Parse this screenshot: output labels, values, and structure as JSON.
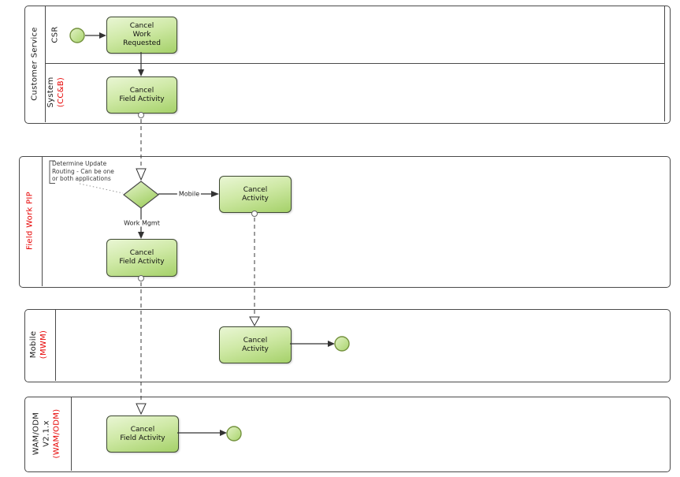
{
  "diagram": {
    "lanes": {
      "customer_service": {
        "label": "Customer Service",
        "sublanes": {
          "csr": {
            "label": "CSR"
          },
          "system": {
            "label": "System",
            "sublabel": "(CC&B)"
          }
        }
      },
      "field_work_pip": {
        "label": "Field Work PIP"
      },
      "mobile": {
        "label": "Mobile",
        "sublabel": "(MWM)"
      },
      "wam_odm": {
        "label": "WAM/ODM",
        "version": "V2.1.x",
        "sublabel": "(WAM/ODM)"
      }
    },
    "tasks": {
      "cancel_work_requested": "Cancel\nWork\nRequested",
      "cancel_field_activity_ccb": "Cancel\nField Activity",
      "cancel_activity_fwp": "Cancel\nActivity",
      "cancel_field_activity_fwp": "Cancel\nField Activity",
      "cancel_activity_mwm": "Cancel\nActivity",
      "cancel_field_activity_wam": "Cancel\nField Activity"
    },
    "edge_labels": {
      "mobile": "Mobile",
      "work_mgmt": "Work Mgmt"
    },
    "annotation": "Determine Update\nRouting - Can be one\nor both applications",
    "colors": {
      "task_fill_top": "#e9f6d4",
      "task_fill_bottom": "#a5d169",
      "task_border": "#3f4a33",
      "event_border": "#74923e",
      "lane_border": "#4a4a4a",
      "accent_red": "#e60000",
      "connector": "#333333"
    }
  }
}
